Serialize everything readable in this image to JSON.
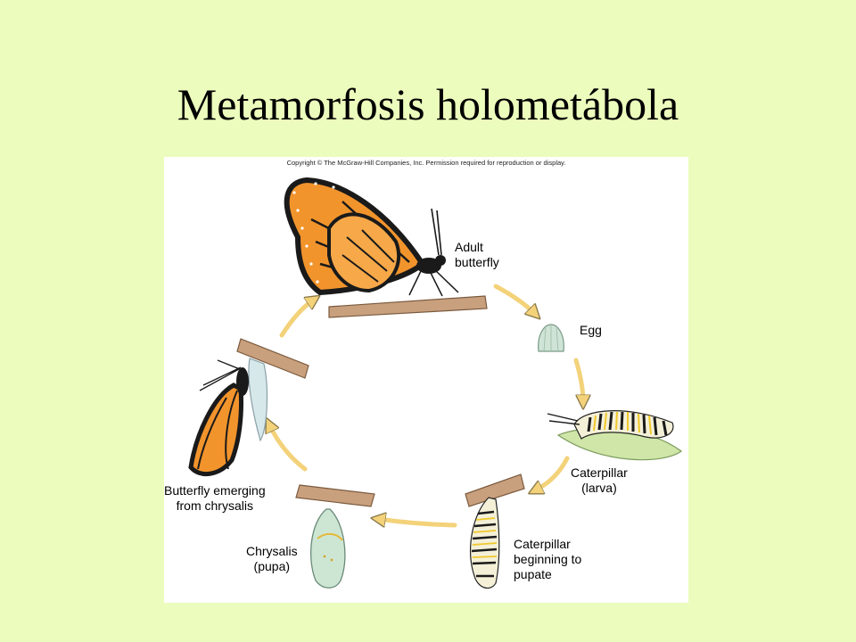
{
  "title": "Metamorfosis holometábola",
  "figure": {
    "copyright": "Copyright © The McGraw-Hill Companies, Inc. Permission required for reproduction or display.",
    "stages": [
      {
        "id": "adult",
        "lines": [
          "Adult",
          "butterfly"
        ]
      },
      {
        "id": "egg",
        "lines": [
          "Egg"
        ]
      },
      {
        "id": "larva",
        "lines": [
          "Caterpillar",
          "(larva)"
        ]
      },
      {
        "id": "pupate",
        "lines": [
          "Caterpillar",
          "beginning to",
          "pupate"
        ]
      },
      {
        "id": "chrysalis",
        "lines": [
          "Chrysalis",
          "(pupa)"
        ]
      },
      {
        "id": "emerging",
        "lines": [
          "Butterfly emerging",
          "from chrysalis"
        ]
      }
    ]
  },
  "colors": {
    "background": "#ecfcbc",
    "arrow": "#f3d27a",
    "wing_orange": "#f2942c",
    "branch": "#c9a07e"
  }
}
